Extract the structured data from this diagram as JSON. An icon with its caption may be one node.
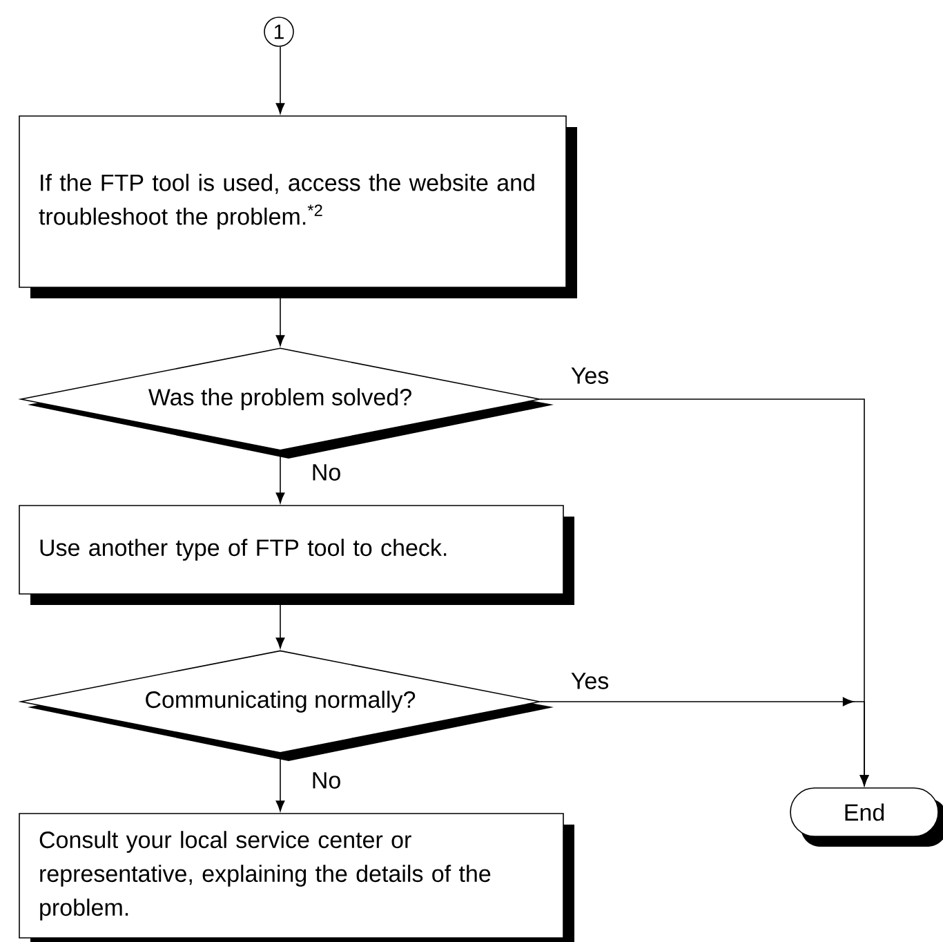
{
  "diagram": {
    "nodes": [
      {
        "text": [
          "1"
        ]
      },
      {
        "text": [
          "If the FTP tool is used, access the website and troubleshoot the problem.$^{*2}$"
        ]
      },
      {
        "text": [
          "Was the problem solved?"
        ]
      },
      {
        "text": [
          "Use another type of FTP tool to check."
        ]
      },
      {
        "text": [
          "Communicating normally?"
        ]
      },
      {
        "text": [
          "Consult your local service center or representative, explaining the details of the problem."
        ]
      },
      {
        "text": [
          "End"
        ]
      }
    ],
    "edges": [
      {
        "from": 0,
        "to": 1,
        "arrow": "to"
      },
      {
        "from": 1,
        "to": 2,
        "arrow": "to"
      },
      {
        "from": 2,
        "to": 6,
        "arrow": "to",
        "label": "Yes"
      },
      {
        "from": 2,
        "to": 3,
        "arrow": "to",
        "label": "No"
      },
      {
        "from": 3,
        "to": 4,
        "arrow": "to"
      },
      {
        "from": 4,
        "to": 6,
        "arrow": "to",
        "label": "Yes"
      },
      {
        "from": 4,
        "to": 5,
        "arrow": "to",
        "label": "No"
      }
    ]
  }
}
